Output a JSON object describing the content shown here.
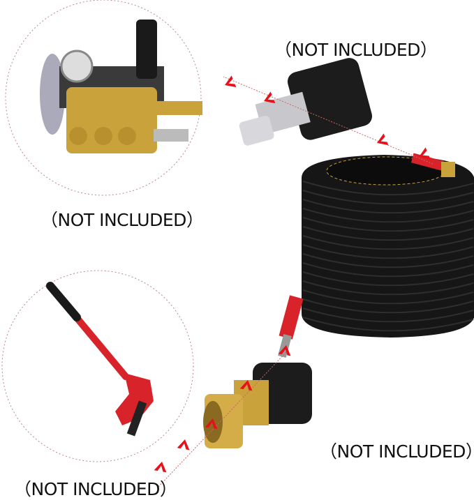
{
  "labels": {
    "pump": "（NOT INCLUDED）",
    "adapter_top": "（NOT INCLUDED）",
    "gun": "（NOT INCLUDED）",
    "adapter_bottom": "（NOT INCLUDED）"
  },
  "colors": {
    "arrow": "#e8101a",
    "hose": "#111111",
    "brass": "#c9a23c",
    "sleeve": "#d9232a"
  }
}
